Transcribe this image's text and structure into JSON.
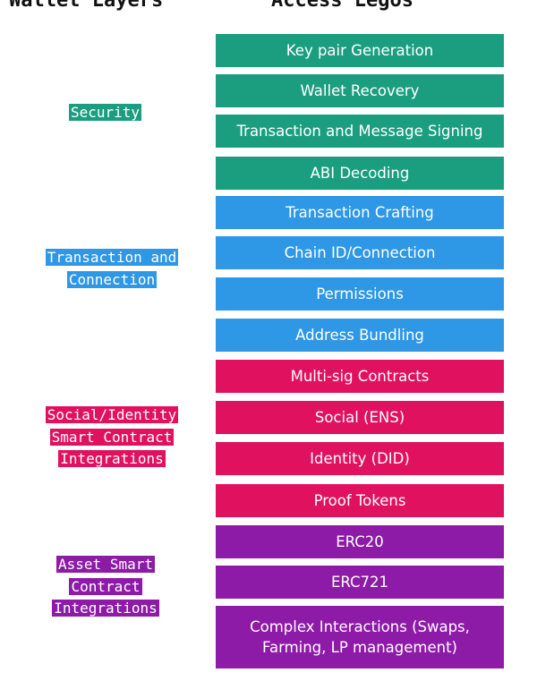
{
  "titles": {
    "left": "Wallet Layers",
    "right": "Access Legos"
  },
  "colors": {
    "security": "#1b9e80",
    "transaction": "#2e97e6",
    "social": "#e0115f",
    "asset": "#8e1aa8"
  },
  "layers": [
    {
      "lines": [
        "Security"
      ]
    },
    {
      "lines": [
        "Transaction and",
        "Connection"
      ]
    },
    {
      "lines": [
        "Social/Identity",
        "Smart Contract",
        "Integrations"
      ]
    },
    {
      "lines": [
        "Asset Smart",
        "Contract",
        "Integrations"
      ]
    }
  ],
  "legos": [
    "Key pair Generation",
    "Wallet Recovery",
    "Transaction and Message Signing",
    "ABI Decoding",
    "Transaction Crafting",
    "Chain ID/Connection",
    "Permissions",
    "Address Bundling",
    "Multi-sig Contracts",
    "Social (ENS)",
    "Identity (DID)",
    "Proof Tokens",
    "ERC20",
    "ERC721",
    "Complex Interactions (Swaps, Farming, LP management)"
  ]
}
